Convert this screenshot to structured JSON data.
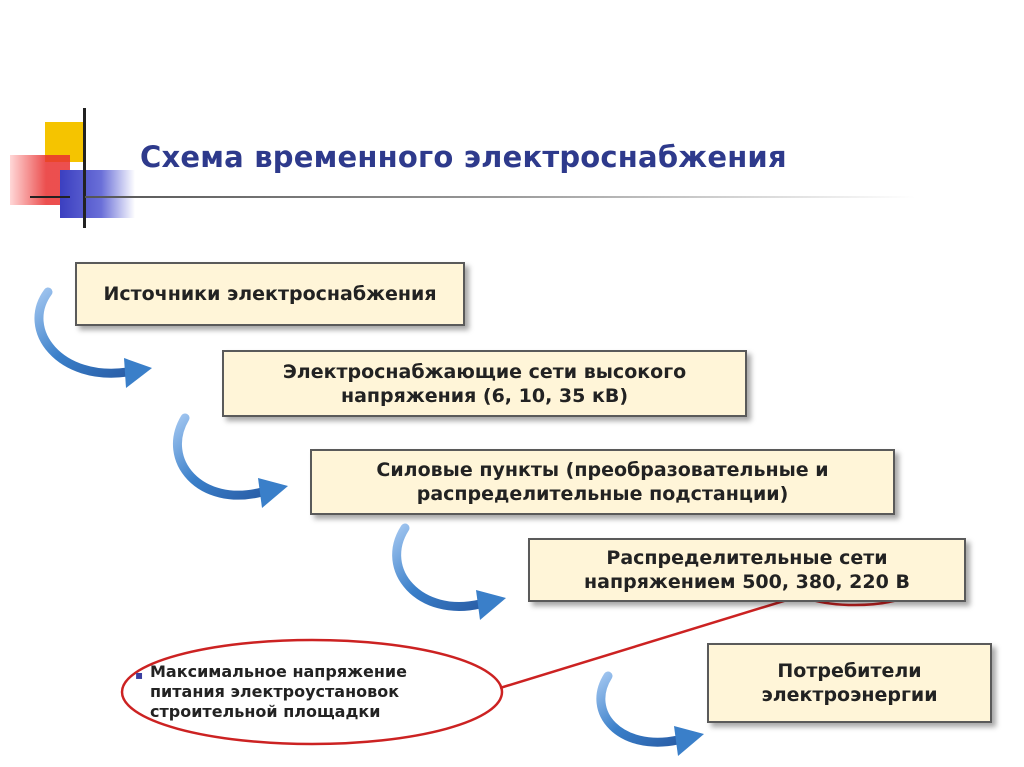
{
  "title": "Схема временного электроснабжения",
  "colors": {
    "title": "#2e3a8c",
    "box_fill": "#fff5d8",
    "arrow": "#3a7fc9",
    "highlight": "#cc2222",
    "deco_yellow": "#f5c400",
    "deco_red": "#e83030",
    "deco_blue": "#3b3fc0"
  },
  "steps": [
    {
      "lines": [
        "Источники электроснабжения"
      ]
    },
    {
      "lines": [
        "Электроснабжающие сети высокого",
        "напряжения (6, 10, 35 кВ)"
      ]
    },
    {
      "lines": [
        "Силовые пункты (преобразовательные и",
        "распределительные подстанции)"
      ]
    },
    {
      "lines": [
        "Распределительные сети",
        "напряжением 500, 380, 220 В"
      ]
    },
    {
      "lines": [
        "Потребители",
        "электроэнергии"
      ]
    }
  ],
  "note": {
    "bullet": "▪",
    "lines": [
      "Максимальное напряжение",
      "питания электроустановок",
      "строительной площадки"
    ]
  },
  "icons": {
    "arrow": "curved-arrow-icon"
  }
}
